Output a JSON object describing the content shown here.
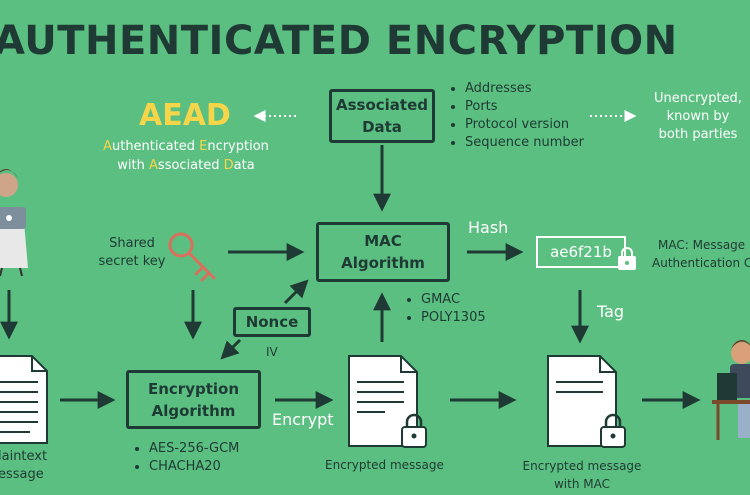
{
  "title": "AUTHENTICATED ENCRYPTION",
  "aead": {
    "acronym": "AEAD",
    "line1": [
      {
        "c": "A",
        "h": true
      },
      {
        "c": "uthenticated ",
        "h": false
      },
      {
        "c": "E",
        "h": true
      },
      {
        "c": "ncryption",
        "h": false
      }
    ],
    "line2": [
      {
        "c": "with ",
        "h": false
      },
      {
        "c": "A",
        "h": true
      },
      {
        "c": "ssociated ",
        "h": false
      },
      {
        "c": "D",
        "h": true
      },
      {
        "c": "ata",
        "h": false
      }
    ]
  },
  "associated_data": {
    "label_line1": "Associated",
    "label_line2": "Data",
    "items": [
      "Addresses",
      "Ports",
      "Protocol version",
      "Sequence number"
    ]
  },
  "unencrypted_note": [
    "Unencrypted,",
    "known by",
    "both parties"
  ],
  "shared_secret_key": [
    "Shared",
    "secret key"
  ],
  "mac_algorithm": {
    "label_line1": "MAC",
    "label_line2": "Algorithm",
    "options": [
      "GMAC",
      "POLY1305"
    ]
  },
  "hash_label": "Hash",
  "mac_value": "ae6f21b",
  "mac_note": [
    "MAC: Message",
    "Authentication Code"
  ],
  "tag_label": "Tag",
  "nonce": {
    "label": "Nonce",
    "iv_label": "IV"
  },
  "encryption_algorithm": {
    "label_line1": "Encryption",
    "label_line2": "Algorithm",
    "options": [
      "AES-256-GCM",
      "CHACHA20"
    ]
  },
  "encrypt_label": "Encrypt",
  "plaintext_message": [
    "laintext",
    "essage"
  ],
  "encrypted_message": "Encrypted message",
  "encrypted_with_mac": [
    "Encrypted message",
    "with MAC"
  ],
  "colors": {
    "background": "#5abf80",
    "dark": "#1f3a34",
    "highlight": "#f5d54a",
    "key": "#d9705d",
    "white": "#ffffff"
  }
}
